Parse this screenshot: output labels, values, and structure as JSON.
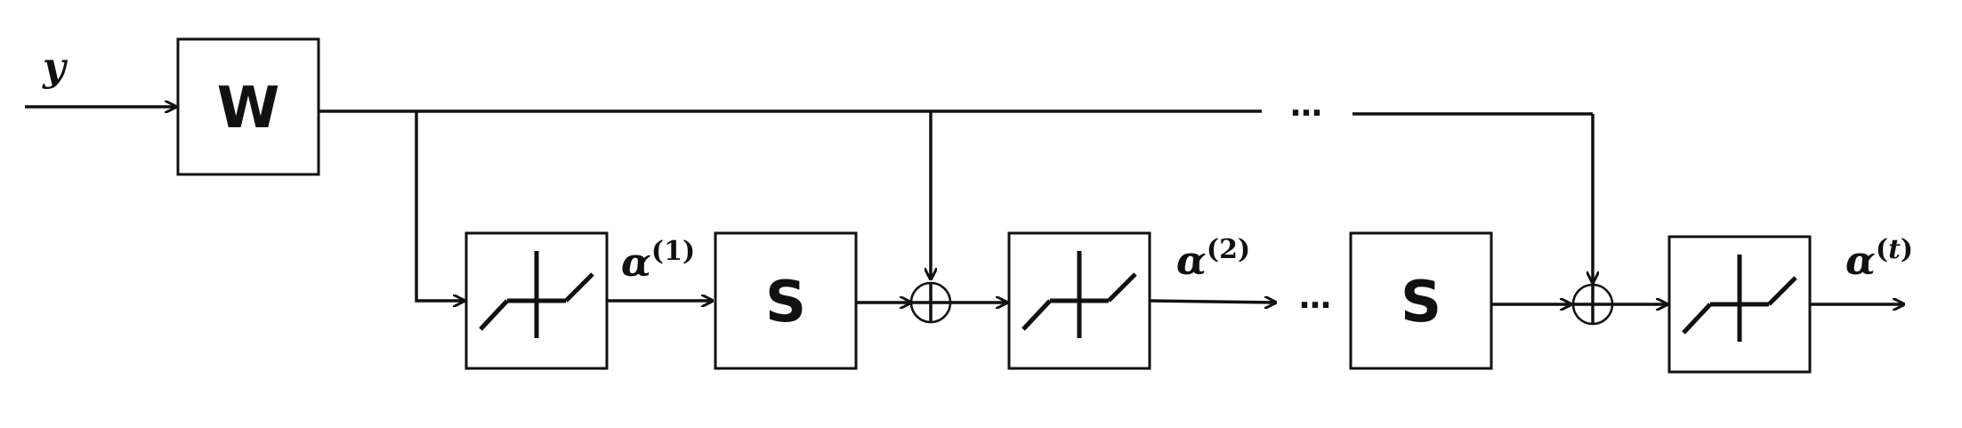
{
  "input_label": "y",
  "blocks": {
    "w_label": "W",
    "s_label": "S"
  },
  "outputs": {
    "alpha_symbol": "α",
    "alpha1_index": "1",
    "alpha2_index": "2",
    "alphat_index": "t"
  },
  "ellipsis": "…",
  "colors": {
    "stroke": "#111111",
    "background": "#ffffff"
  },
  "icons": [
    "shrinkage-function-icon",
    "summation-junction-icon",
    "arrowhead-icon"
  ]
}
